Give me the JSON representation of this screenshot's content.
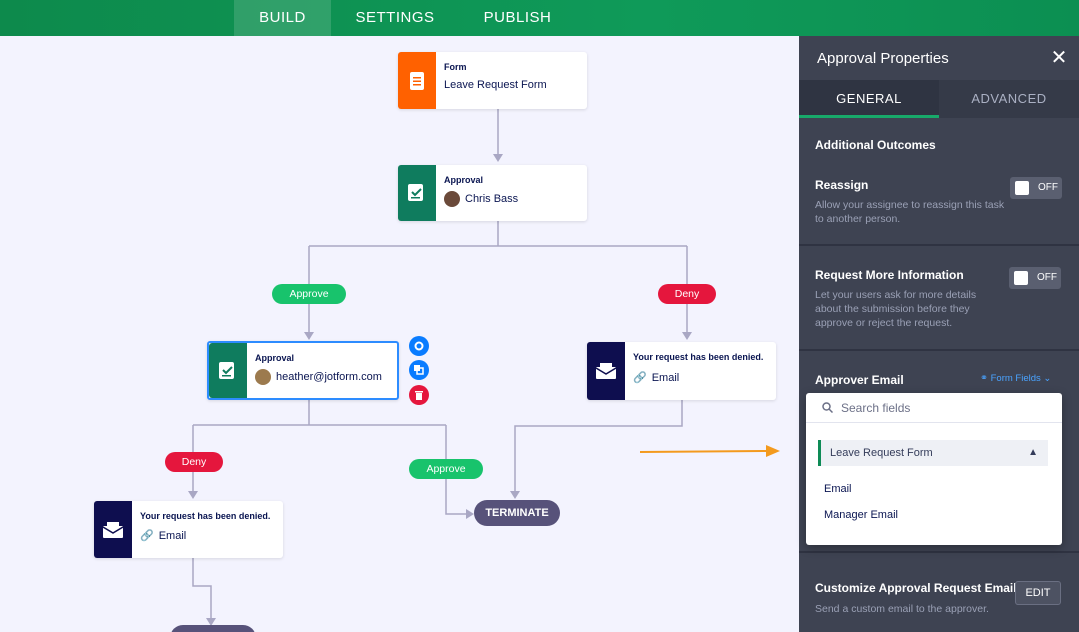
{
  "topbar": {
    "tabs": [
      "BUILD",
      "SETTINGS",
      "PUBLISH"
    ],
    "active": "BUILD"
  },
  "flow": {
    "form_node": {
      "type": "Form",
      "name": "Leave Request Form",
      "color": "#ff6100"
    },
    "approval1": {
      "type": "Approval",
      "assignee": "Chris Bass",
      "color": "#0f7c5e"
    },
    "approve_label": "Approve",
    "deny_label": "Deny",
    "approval2": {
      "type": "Approval",
      "assignee": "heather@jotform.com"
    },
    "email1": {
      "title": "Your request has been denied.",
      "sub": "Email",
      "color": "#0e0e4f"
    },
    "email2": {
      "title": "Your request has been denied.",
      "sub": "Email"
    },
    "deny2_label": "Deny",
    "approve2_label": "Approve",
    "terminate_label": "TERMINATE"
  },
  "panel": {
    "title": "Approval Properties",
    "tabs": [
      "GENERAL",
      "ADVANCED"
    ],
    "active_tab": "GENERAL",
    "additional_outcomes": "Additional Outcomes",
    "reassign": {
      "title": "Reassign",
      "desc": "Allow your assignee to reassign this task to another person.",
      "toggle": "OFF"
    },
    "request_info": {
      "title": "Request More Information",
      "desc": "Let your users ask for more details about the submission before they approve or reject the request.",
      "toggle": "OFF"
    },
    "approver_email": {
      "title": "Approver Email",
      "link": "Form Fields"
    },
    "dropdown": {
      "placeholder": "Search fields",
      "group": "Leave Request Form",
      "items": [
        "Email",
        "Manager Email"
      ]
    },
    "customize": {
      "title": "Customize Approval Request Email",
      "desc": "Send a custom email to the approver.",
      "button": "EDIT"
    }
  }
}
